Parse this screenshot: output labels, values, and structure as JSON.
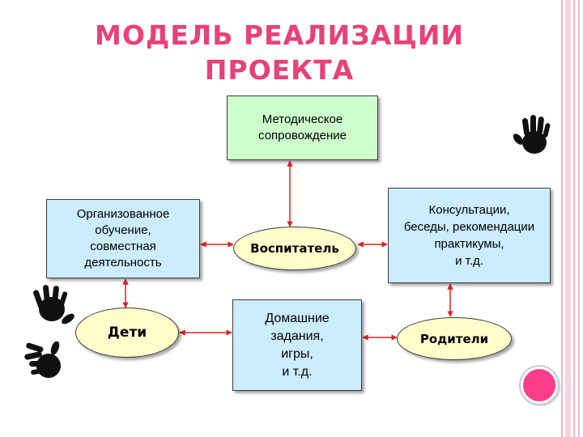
{
  "title": {
    "line1": "МОДЕЛЬ  РЕАЛИЗАЦИИ",
    "line2": "ПРОЕКТА"
  },
  "nodes": {
    "method": {
      "line1": "Методическое",
      "line2": "сопровождение"
    },
    "organized": {
      "line1": "Организованное",
      "line2": "обучение,",
      "line3": "совместная",
      "line4": "деятельность"
    },
    "educator": {
      "label": "Воспитатель"
    },
    "consult": {
      "line1": "Консультации,",
      "line2": "беседы, рекомендации",
      "line3": "практикумы,",
      "line4": "и т.д."
    },
    "children": {
      "label": "Дети"
    },
    "homework": {
      "line1": "Домашние",
      "line2": "задания,",
      "line3": "игры,",
      "line4": "и т.д."
    },
    "parents": {
      "label": "Родители"
    }
  },
  "colors": {
    "title": "#e8417a",
    "arrow": "#e02020",
    "green_box": "#ccffcc",
    "blue_box": "#ccecff",
    "ellipse": "#ffffcc",
    "pink_dot": "#ff3d8b",
    "stripe": "#f4b6c8"
  },
  "icons": [
    "hand-print-icon",
    "hand-print-icon",
    "hand-print-icon"
  ]
}
